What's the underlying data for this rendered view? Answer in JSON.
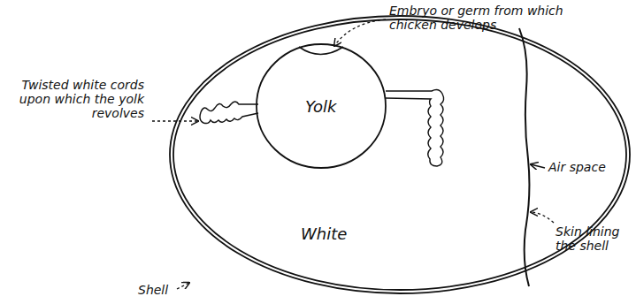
{
  "diagram": {
    "nodes": [
      {
        "text": [
          "White"
        ]
      },
      {
        "text": [
          "Yolk"
        ],
        "in": 0
      }
    ],
    "labels": [
      "Embryo or germ from which chicken develops",
      "Twisted white cords upon which the yolk revolves",
      "Air space",
      "Skin lining the shell",
      "Shell"
    ]
  }
}
